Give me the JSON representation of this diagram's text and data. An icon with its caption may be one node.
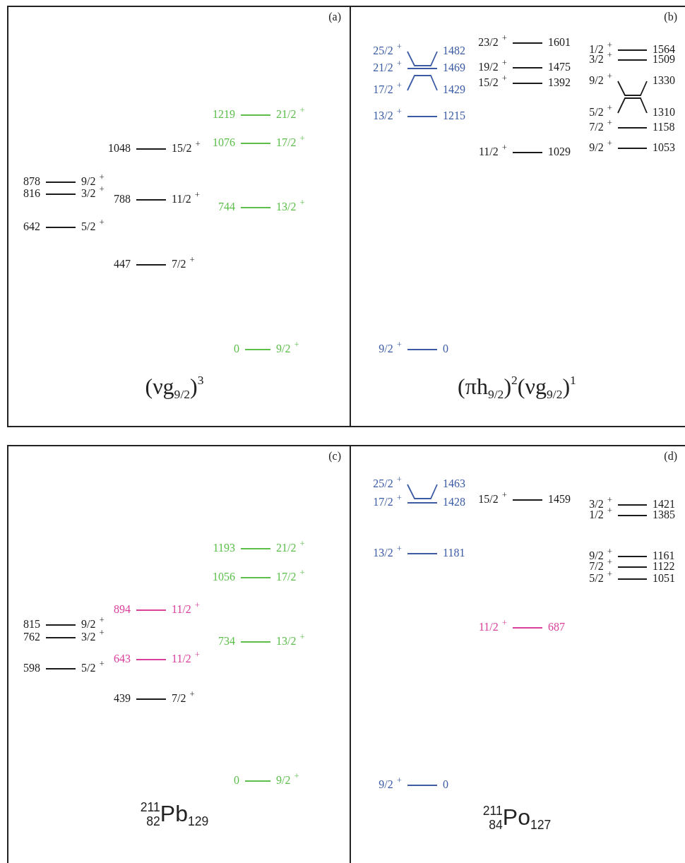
{
  "diagram": {
    "nodes": [
      {
        "text": [
          "(a)",
          "(νg$_{9/2}$)$^{3}$"
        ]
      },
      {
        "text": [
          "1219",
          "21/2$^{+}$"
        ],
        "in": 0
      },
      {
        "text": [
          "1076",
          "17/2$^{+}$"
        ],
        "in": 0
      },
      {
        "text": [
          "1048",
          "15/2$^{+}$"
        ],
        "in": 0
      },
      {
        "text": [
          "878",
          "9/2$^{+}$"
        ],
        "in": 0
      },
      {
        "text": [
          "816",
          "3/2$^{+}$"
        ],
        "in": 0
      },
      {
        "text": [
          "788",
          "11/2$^{+}$"
        ],
        "in": 0
      },
      {
        "text": [
          "744",
          "13/2$^{+}$"
        ],
        "in": 0
      },
      {
        "text": [
          "642",
          "5/2$^{+}$"
        ],
        "in": 0
      },
      {
        "text": [
          "447",
          "7/2$^{+}$"
        ],
        "in": 0
      },
      {
        "text": [
          "0",
          "9/2$^{+}$"
        ],
        "in": 0
      },
      {
        "text": [
          "(b)",
          "(πh$_{9/2}$)$^{2}$(νg$_{9/2}$)$^{1}$"
        ]
      },
      {
        "text": [
          "23/2$^{+}$",
          "1601"
        ],
        "in": 11
      },
      {
        "text": [
          "1/2$^{+}$",
          "1564"
        ],
        "in": 11
      },
      {
        "text": [
          "25/2$^{+}$",
          "1482"
        ],
        "in": 11
      },
      {
        "text": [
          "3/2$^{+}$",
          "1509"
        ],
        "in": 11
      },
      {
        "text": [
          "19/2$^{+}$",
          "1475"
        ],
        "in": 11
      },
      {
        "text": [
          "21/2$^{+}$",
          "1469"
        ],
        "in": 11
      },
      {
        "text": [
          "9/2$^{+}$",
          "1330"
        ],
        "in": 11
      },
      {
        "text": [
          "15/2$^{+}$",
          "1392"
        ],
        "in": 11
      },
      {
        "text": [
          "17/2$^{+}$",
          "1429"
        ],
        "in": 11
      },
      {
        "text": [
          "5/2$^{+}$",
          "1310"
        ],
        "in": 11
      },
      {
        "text": [
          "13/2$^{+}$",
          "1215"
        ],
        "in": 11
      },
      {
        "text": [
          "7/2$^{+}$",
          "1158"
        ],
        "in": 11
      },
      {
        "text": [
          "9/2$^{+}$",
          "1053"
        ],
        "in": 11
      },
      {
        "text": [
          "11/2$^{+}$",
          "1029"
        ],
        "in": 11
      },
      {
        "text": [
          "9/2$^{+}$",
          "0"
        ],
        "in": 11
      },
      {
        "text": [
          "(c)",
          "$^{211}$$_{82}$Pb$_{129}$"
        ]
      },
      {
        "text": [
          "1193",
          "21/2$^{+}$"
        ],
        "in": 27
      },
      {
        "text": [
          "1056",
          "17/2$^{+}$"
        ],
        "in": 27
      },
      {
        "text": [
          "894",
          "11/2$^{+}$"
        ],
        "in": 27
      },
      {
        "text": [
          "815",
          "9/2$^{+}$"
        ],
        "in": 27
      },
      {
        "text": [
          "762",
          "3/2$^{+}$"
        ],
        "in": 27
      },
      {
        "text": [
          "734",
          "13/2$^{+}$"
        ],
        "in": 27
      },
      {
        "text": [
          "643",
          "11/2$^{+}$"
        ],
        "in": 27
      },
      {
        "text": [
          "598",
          "5/2$^{+}$"
        ],
        "in": 27
      },
      {
        "text": [
          "439",
          "7/2$^{+}$"
        ],
        "in": 27
      },
      {
        "text": [
          "0",
          "9/2$^{+}$"
        ],
        "in": 27
      },
      {
        "text": [
          "(d)",
          "$^{211}$$_{84}$Po$_{127}$"
        ]
      },
      {
        "text": [
          "25/2$^{+}$",
          "1463"
        ],
        "in": 38
      },
      {
        "text": [
          "15/2$^{+}$",
          "1459"
        ],
        "in": 38
      },
      {
        "text": [
          "17/2$^{+}$",
          "1428"
        ],
        "in": 38
      },
      {
        "text": [
          "3/2$^{+}$",
          "1421"
        ],
        "in": 38
      },
      {
        "text": [
          "1/2$^{+}$",
          "1385"
        ],
        "in": 38
      },
      {
        "text": [
          "13/2$^{+}$",
          "1181"
        ],
        "in": 38
      },
      {
        "text": [
          "9/2$^{+}$",
          "1161"
        ],
        "in": 38
      },
      {
        "text": [
          "7/2$^{+}$",
          "1122"
        ],
        "in": 38
      },
      {
        "text": [
          "5/2$^{+}$",
          "1051"
        ],
        "in": 38
      },
      {
        "text": [
          "11/2$^{+}$",
          "687"
        ],
        "in": 38
      },
      {
        "text": [
          "9/2$^{+}$",
          "0"
        ],
        "in": 38
      }
    ]
  }
}
